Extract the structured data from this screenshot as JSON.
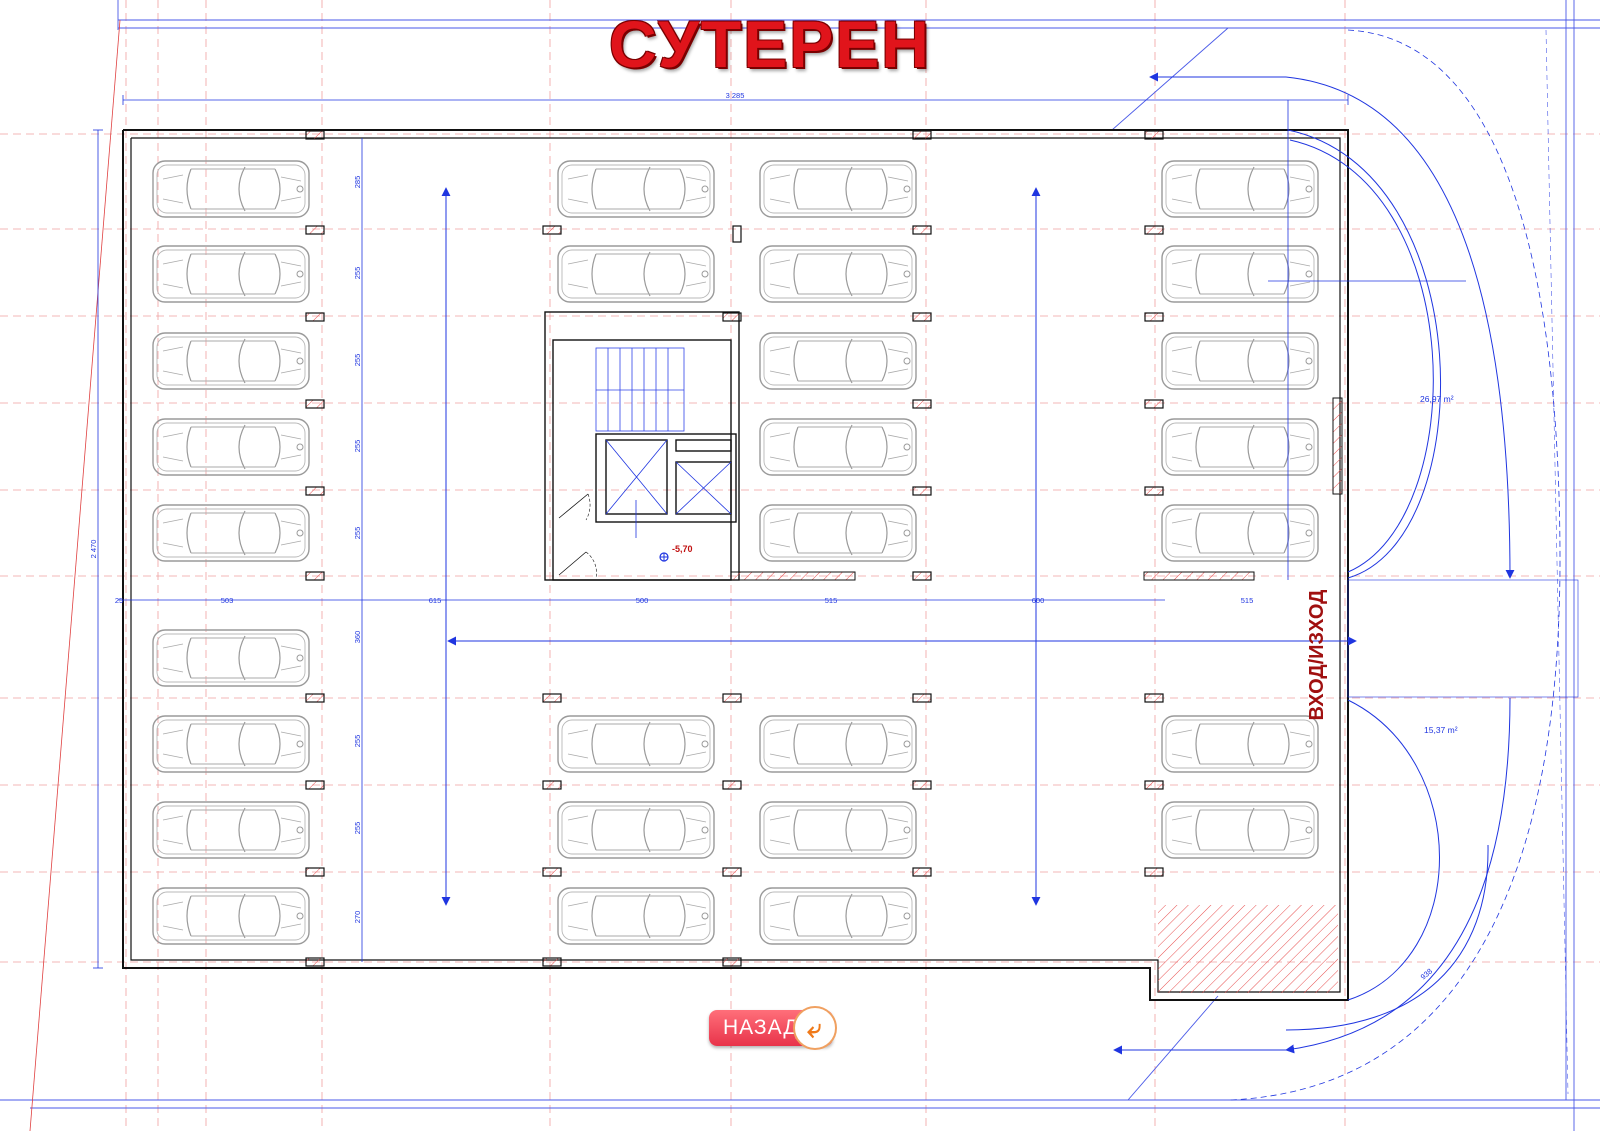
{
  "plan": {
    "title": "СУТЕРЕН",
    "entrance_label": "ВХОД/ИЗХОД",
    "level_mark": "-5,70",
    "area_labels": [
      "26,97 m²",
      "15,37 m²"
    ],
    "dim_overall_width": "3 285",
    "dim_overall_height": "2 470",
    "dims_horizontal": [
      "25",
      "503",
      "615",
      "500",
      "515",
      "600",
      "515"
    ],
    "dims_vertical": [
      "285",
      "255",
      "255",
      "255",
      "255",
      "360",
      "255",
      "255",
      "270"
    ],
    "dim_ramp": "938"
  },
  "nav": {
    "back_label": "НАЗАД",
    "back_icon": "return-arrow-icon"
  },
  "colors": {
    "title_red": "#e0141b",
    "wall_black": "#111111",
    "dimension_blue": "#1f35e0",
    "grid_red": "#f0a0a0",
    "car_gray": "#9a9a9a",
    "entrance_dark_red": "#a01010",
    "button_pink": "#ef4a5e"
  }
}
